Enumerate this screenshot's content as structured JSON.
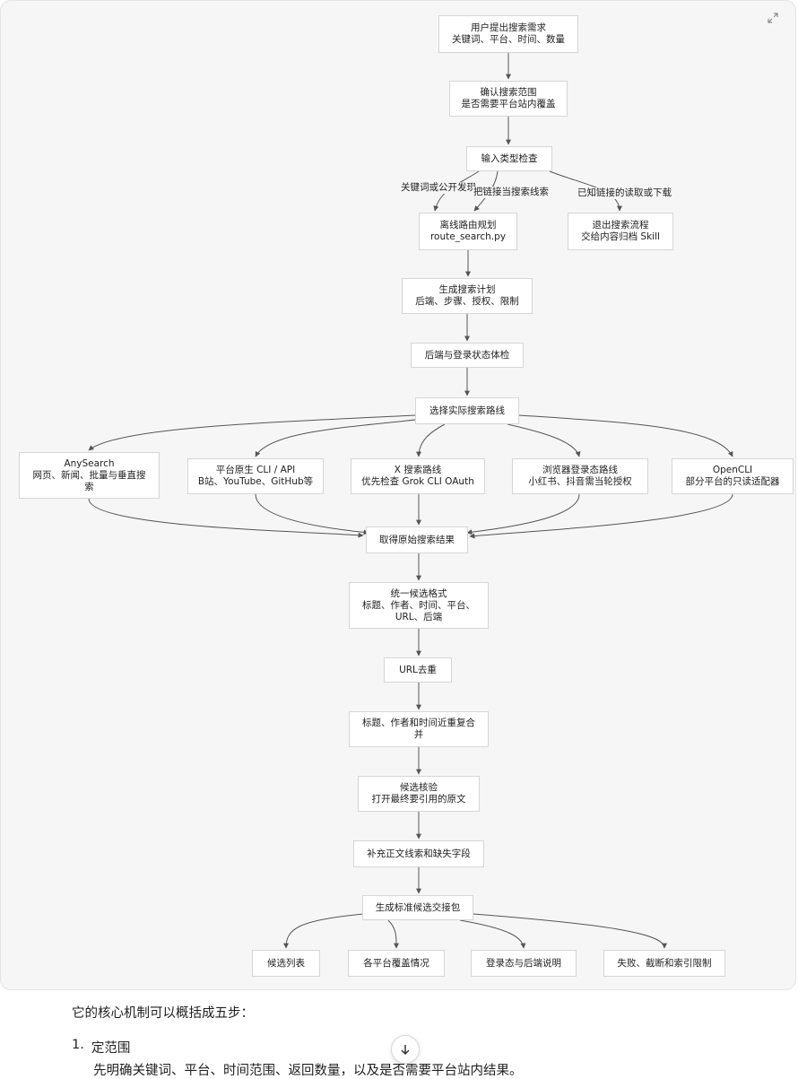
{
  "diagram": {
    "nodes": [
      {
        "id": "n1",
        "text": "用户提出搜索需求\n关键词、平台、时间、数量"
      },
      {
        "id": "n2",
        "text": "确认搜索范围\n是否需要平台站内覆盖"
      },
      {
        "id": "n3",
        "text": "输入类型检查"
      },
      {
        "id": "n4",
        "text": "离线路由规划\nroute_search.py"
      },
      {
        "id": "n5",
        "text": "退出搜索流程\n交给内容归档 Skill"
      },
      {
        "id": "n6",
        "text": "生成搜索计划\n后端、步骤、授权、限制"
      },
      {
        "id": "n7",
        "text": "后端与登录状态体检"
      },
      {
        "id": "n8",
        "text": "选择实际搜索路线"
      },
      {
        "id": "n9",
        "text": "AnySearch\n网页、新闻、批量与垂直搜\n索"
      },
      {
        "id": "n10",
        "text": "平台原生 CLI / API\nB站、YouTube、GitHub等"
      },
      {
        "id": "n11",
        "text": "X 搜索路线\n优先检查 Grok CLI OAuth"
      },
      {
        "id": "n12",
        "text": "浏览器登录态路线\n小红书、抖音需当轮授权"
      },
      {
        "id": "n13",
        "text": "OpenCLI\n部分平台的只读适配器"
      },
      {
        "id": "n14",
        "text": "取得原始搜索结果"
      },
      {
        "id": "n15",
        "text": "统一候选格式\n标题、作者、时间、平台、\nURL、后端"
      },
      {
        "id": "n16",
        "text": "URL去重"
      },
      {
        "id": "n17",
        "text": "标题、作者和时间近重复合\n并"
      },
      {
        "id": "n18",
        "text": "候选核验\n打开最终要引用的原文"
      },
      {
        "id": "n19",
        "text": "补充正文线索和缺失字段"
      },
      {
        "id": "n20",
        "text": "生成标准候选交接包"
      },
      {
        "id": "n21",
        "text": "候选列表"
      },
      {
        "id": "n22",
        "text": "各平台覆盖情况"
      },
      {
        "id": "n23",
        "text": "登录态与后端说明"
      },
      {
        "id": "n24",
        "text": "失败、截断和索引限制"
      }
    ],
    "edge_labels": [
      {
        "id": "l1",
        "text": "关键词或公开发现"
      },
      {
        "id": "l2",
        "text": "把链接当搜索线索"
      },
      {
        "id": "l3",
        "text": "已知链接的读取或下载"
      }
    ]
  },
  "text": {
    "intro": "它的核心机制可以概括成五步：",
    "step_number": "1.",
    "step_title": "定范围",
    "step_desc": "先明确关键词、平台、时间范围、返回数量，以及是否需要平台站内结果。"
  },
  "icons": {
    "expand": "expand-icon",
    "scroll_down": "arrow-down-icon"
  },
  "colors": {
    "canvas": "#f6f6f6",
    "node_border": "#d6d6d6",
    "edge": "#555555"
  }
}
